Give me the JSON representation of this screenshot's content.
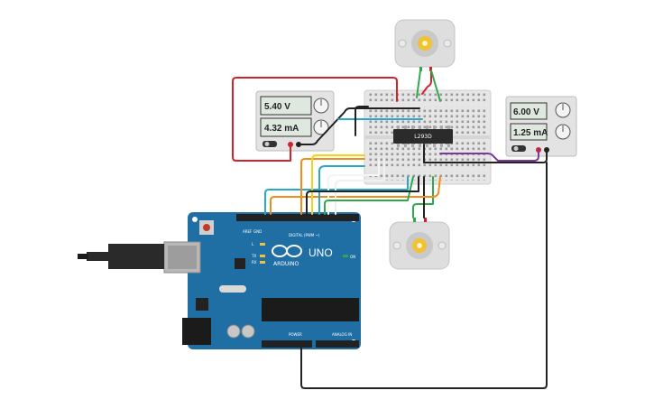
{
  "power_supplies": [
    {
      "voltage": "5.40 V",
      "current": "4.32 mA"
    },
    {
      "voltage": "6.00 V",
      "current": "1.25 mA"
    }
  ],
  "driver_chip": {
    "label": "L293D"
  },
  "arduino": {
    "logo": "ARDUINO",
    "model": "UNO",
    "digital_label": "DIGITAL (PWM ~)",
    "power_label": "POWER",
    "analog_label": "ANALOG IN",
    "aref_label": "AREF",
    "gnd_label": "GND",
    "on_label": "ON",
    "tx_label": "TX",
    "rx_label": "RX",
    "l_label": "L"
  },
  "colors": {
    "board": "#1f6fa5",
    "breadboard": "#e6e6e6",
    "wire_red": "#d0232a",
    "wire_black": "#222222",
    "wire_green": "#2fa84f",
    "wire_orange": "#f28c1a",
    "wire_yellow": "#f2d21b",
    "wire_cyan": "#2aa8c8",
    "wire_purple": "#7a3a9a"
  }
}
